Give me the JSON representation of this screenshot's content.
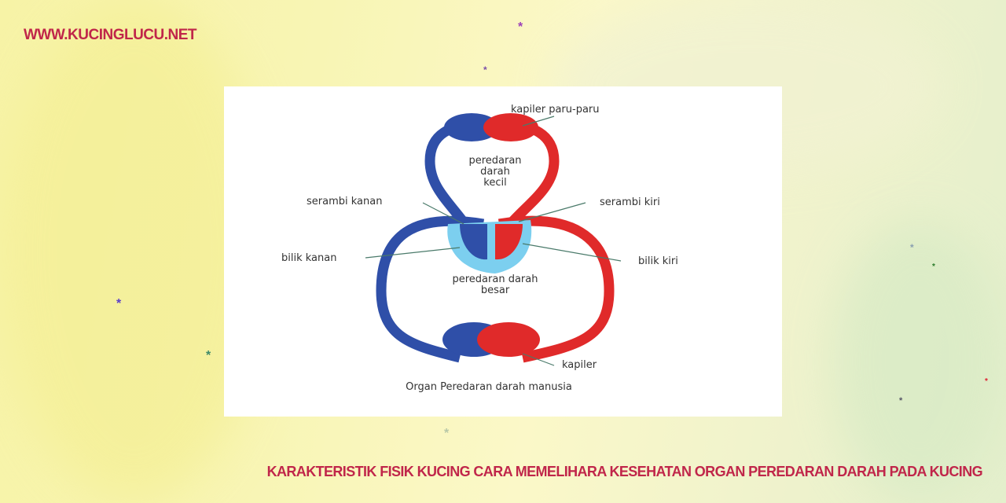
{
  "site": {
    "name": "WWW.KUCINGLUCU.NET"
  },
  "article": {
    "title": "KARAKTERISTIK FISIK KUCING CARA MEMELIHARA KESEHATAN ORGAN PEREDARAN DARAH PADA KUCING"
  },
  "diagram": {
    "labels": {
      "kapiler_paru": "kapiler paru-paru",
      "peredaran_kecil_1": "peredaran",
      "peredaran_kecil_2": "darah",
      "peredaran_kecil_3": "kecil",
      "serambi_kanan": "serambi kanan",
      "serambi_kiri": "serambi kiri",
      "bilik_kanan": "bilik kanan",
      "bilik_kiri": "bilik kiri",
      "peredaran_besar_1": "peredaran darah",
      "peredaran_besar_2": "besar",
      "kapiler": "kapiler"
    },
    "caption": "Organ Peredaran darah manusia"
  },
  "colors": {
    "accent": "#c0264a",
    "vein": "#2f4fa8",
    "artery": "#e02a2a",
    "heart_bg": "#7ccfef"
  }
}
